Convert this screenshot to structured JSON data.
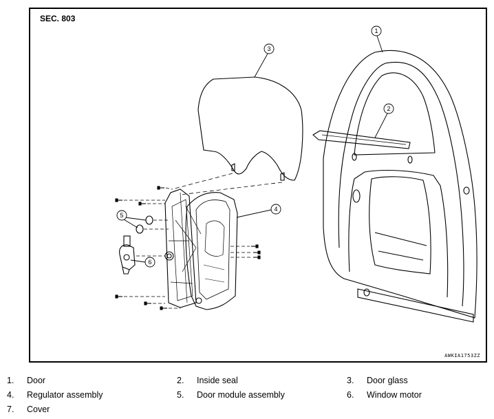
{
  "diagram": {
    "section": "SEC. 803",
    "drawing_code": "AWKIA1753ZZ",
    "callouts": [
      "1",
      "2",
      "3",
      "4",
      "5",
      "6"
    ]
  },
  "legend": [
    {
      "num": "1.",
      "label": "Door"
    },
    {
      "num": "2.",
      "label": "Inside seal"
    },
    {
      "num": "3.",
      "label": "Door glass"
    },
    {
      "num": "4.",
      "label": "Regulator assembly"
    },
    {
      "num": "5.",
      "label": "Door module assembly"
    },
    {
      "num": "6.",
      "label": "Window motor"
    },
    {
      "num": "7.",
      "label": "Cover"
    }
  ]
}
